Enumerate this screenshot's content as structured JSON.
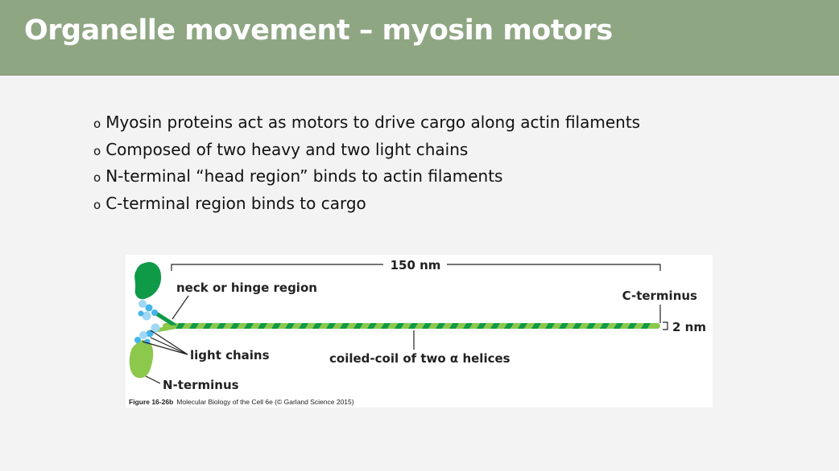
{
  "slide": {
    "title": "Organelle movement – myosin motors",
    "bullet_marker": "o",
    "bullets": [
      "Myosin proteins act as motors to drive cargo along actin filaments",
      "Composed of two heavy and two light chains",
      "N-terminal “head region” binds to actin filaments",
      "C-terminal region binds to cargo"
    ]
  },
  "figure": {
    "labels": {
      "length": "150 nm",
      "neck": "neck or hinge region",
      "c_terminus": "C-terminus",
      "width": "2 nm",
      "light_chains": "light chains",
      "coiled_coil": "coiled-coil of two α helices",
      "n_terminus": "N-terminus"
    },
    "caption": {
      "figure_no": "Figure 16-26b",
      "text": "Molecular Biology of the Cell 6e (© Garland Science 2015)"
    },
    "colors": {
      "head_dark": "#0f9a48",
      "head_light": "#8cc84b",
      "light_chain": "#43b4ea",
      "light_chain_light": "#9ed8f5",
      "helix_dark": "#0f9a48",
      "helix_light": "#8cc84b"
    }
  }
}
